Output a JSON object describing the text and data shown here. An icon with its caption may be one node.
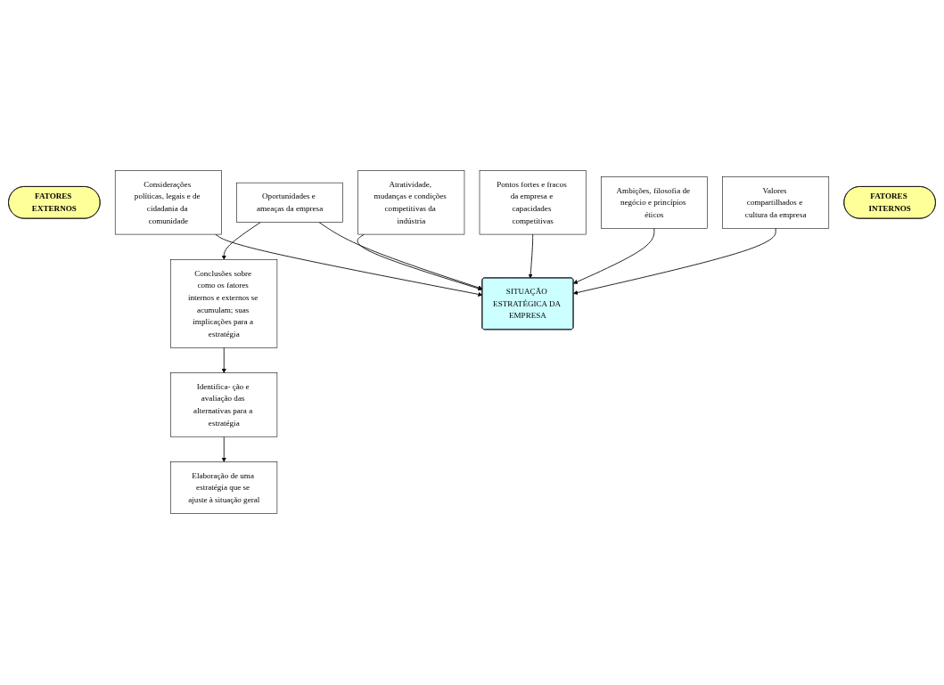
{
  "diagram": {
    "nodes": [
      {
        "text": [
          "FATORES EXTERNOS"
        ]
      },
      {
        "text": [
          "Considerações políticas, legais e de cidadania da comunidade"
        ]
      },
      {
        "text": [
          "Atratividade, mudanças e condições competitivas da indústria"
        ]
      },
      {
        "text": [
          "Oportunidades e ameaças da empresa"
        ]
      },
      {
        "text": [
          "Conclusões sobre como os fatores internos e externos se acumulam; suas implicações para a estratégia"
        ]
      },
      {
        "text": [
          "Identifica- ção e avaliação das alternativas para a estratégia"
        ]
      },
      {
        "text": [
          "Elaboração de uma estratégia que se ajuste à situação geral"
        ]
      },
      {
        "text": [
          "SITUAÇÃO ESTRATÉGICA DA EMPRESA"
        ]
      },
      {
        "text": [
          "Pontos fortes e fracos da empresa e capacidades competitivas"
        ]
      },
      {
        "text": [
          "Ambições, filosofia de negócio e princípios éticos"
        ]
      },
      {
        "text": [
          "Valores compartilhados e cultura da empresa"
        ]
      },
      {
        "text": [
          "FATORES INTERNOS"
        ]
      }
    ],
    "edges": [
      {
        "from": 1,
        "to": 7,
        "arrow": "to"
      },
      {
        "from": 2,
        "to": 7,
        "arrow": "to"
      },
      {
        "from": 3,
        "to": 7,
        "arrow": "to"
      },
      {
        "from": 3,
        "to": 4,
        "arrow": "to"
      },
      {
        "from": 4,
        "to": 5,
        "arrow": "to"
      },
      {
        "from": 5,
        "to": 6,
        "arrow": "to"
      },
      {
        "from": 8,
        "to": 7,
        "arrow": "to"
      },
      {
        "from": 9,
        "to": 7,
        "arrow": "to"
      },
      {
        "from": 10,
        "to": 7,
        "arrow": "to"
      }
    ]
  }
}
